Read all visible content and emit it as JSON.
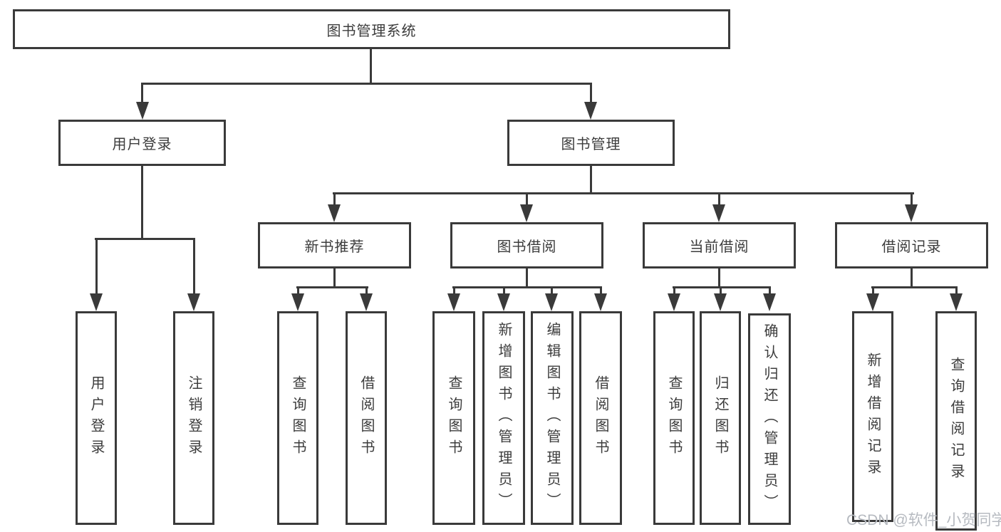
{
  "diagram": {
    "root": {
      "label": "图书管理系统"
    },
    "branches": [
      {
        "label": "用户登录",
        "children": [
          {
            "label": "用户登录"
          },
          {
            "label": "注销登录"
          }
        ]
      },
      {
        "label": "图书管理",
        "children": [
          {
            "label": "新书推荐",
            "children": [
              {
                "label": "查询图书"
              },
              {
                "label": "借阅图书"
              }
            ]
          },
          {
            "label": "图书借阅",
            "children": [
              {
                "label": "查询图书"
              },
              {
                "label": "新增图书（管理员）"
              },
              {
                "label": "编辑图书（管理员）"
              },
              {
                "label": "借阅图书"
              }
            ]
          },
          {
            "label": "当前借阅",
            "children": [
              {
                "label": "查询图书"
              },
              {
                "label": "归还图书"
              },
              {
                "label": "确认归还（管理员）"
              }
            ]
          },
          {
            "label": "借阅记录",
            "children": [
              {
                "label": "新增借阅记录"
              },
              {
                "label": "查询借阅记录"
              }
            ]
          }
        ]
      }
    ]
  },
  "watermark": "CSDN @软件_小贺同学",
  "colors": {
    "line": "#3a3a3a",
    "text": "#3c3c3c",
    "background": "#ffffff",
    "watermark": "#b6bac0"
  }
}
